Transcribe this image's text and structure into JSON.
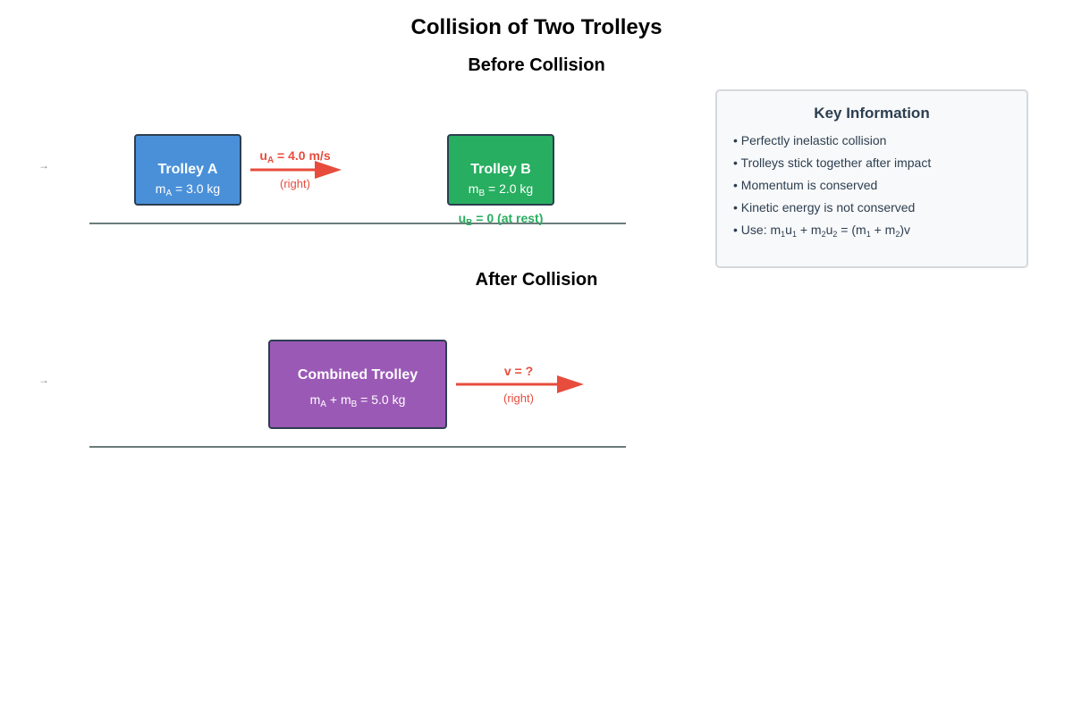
{
  "title": "Collision of Two Trolleys",
  "before": {
    "heading": "Before Collision",
    "side_arrow": "→",
    "trolley_a": {
      "name": "Trolley A",
      "mass_symbol": "m",
      "mass_sub": "A",
      "mass_value": " = 3.0 kg",
      "color": "#4a90d9"
    },
    "velocity_a": {
      "symbol": "u",
      "sub": "A",
      "value": " = 4.0 m/s",
      "direction": "(right)"
    },
    "trolley_b": {
      "name": "Trolley B",
      "mass_symbol": "m",
      "mass_sub": "B",
      "mass_value": " = 2.0 kg",
      "color": "#27ae60"
    },
    "velocity_b": {
      "symbol": "u",
      "sub": "B",
      "value": " = 0 (at rest)"
    }
  },
  "after": {
    "heading": "After Collision",
    "side_arrow": "→",
    "combined": {
      "name": "Combined Trolley",
      "sym1": "m",
      "sub1": "A",
      "plus": " + ",
      "sym2": "m",
      "sub2": "B",
      "value": " = 5.0 kg",
      "color": "#9b59b6"
    },
    "velocity": {
      "label": "v = ?",
      "direction": "(right)"
    }
  },
  "info": {
    "title": "Key Information",
    "items": [
      "• Perfectly inelastic collision",
      "• Trolleys stick together after impact",
      "• Momentum is conserved",
      "• Kinetic energy is not conserved"
    ],
    "formula": {
      "prefix": "• Use: m",
      "s1": "1",
      "u1": "u",
      "s2": "1",
      "plus": " + m",
      "s3": "2",
      "u2": "u",
      "s4": "2",
      "eq": " = (m",
      "s5": "1",
      "plus2": " + m",
      "s6": "2",
      "end": ")v"
    }
  },
  "colors": {
    "arrow": "#e74c3c",
    "rest_text": "#27ae60",
    "ground": "#6b7b7b",
    "border": "#2c3e50"
  }
}
